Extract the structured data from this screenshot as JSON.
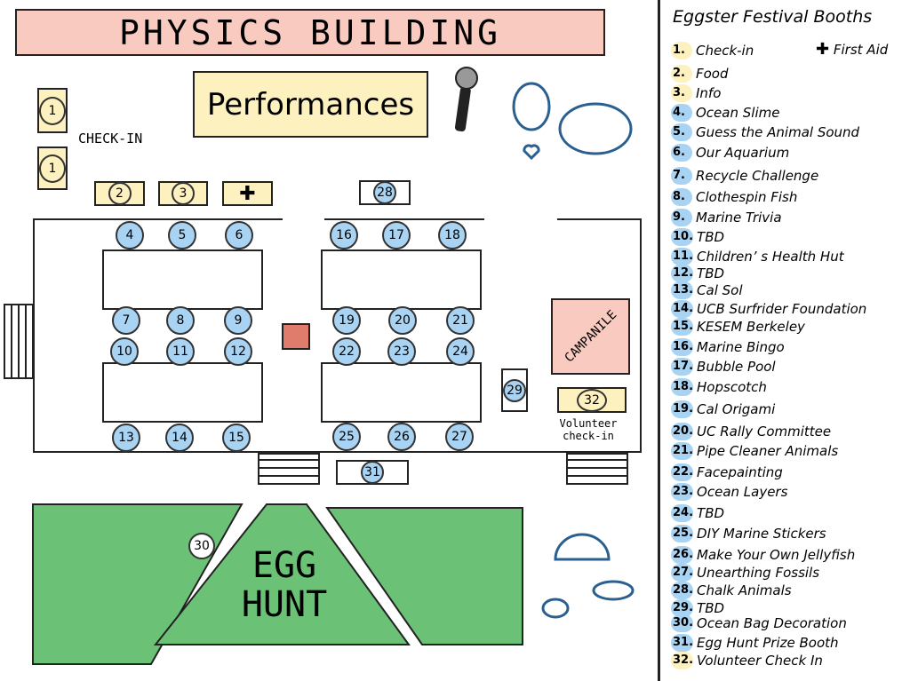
{
  "map": {
    "building_label": "PHYSICS BUILDING",
    "performances_label": "Performances",
    "checkin_label": "CHECK-IN",
    "campanile_label": "CAMPANILE",
    "volunteer_label": "Volunteer check-in",
    "egg_hunt_label": "EGG HUNT",
    "first_aid_symbol": "✚",
    "colors": {
      "info": "#fdf1c0",
      "activity": "#a9d3f2",
      "building": "#f9cbc0",
      "grass": "#6bc175"
    }
  },
  "legend": {
    "title": "Eggster Festival Booths",
    "first_aid": "First Aid",
    "items": [
      {
        "n": "1.",
        "name": "Check-in",
        "group": "info"
      },
      {
        "n": "2.",
        "name": "Food",
        "group": "info"
      },
      {
        "n": "3.",
        "name": "Info",
        "group": "info"
      },
      {
        "n": "4.",
        "name": "Ocean Slime",
        "group": "activity"
      },
      {
        "n": "5.",
        "name": "Guess the Animal Sound",
        "group": "activity"
      },
      {
        "n": "6.",
        "name": "Our Aquarium",
        "group": "activity"
      },
      {
        "n": "7.",
        "name": "Recycle Challenge",
        "group": "activity"
      },
      {
        "n": "8.",
        "name": "Clothespin Fish",
        "group": "activity"
      },
      {
        "n": "9.",
        "name": "Marine Trivia",
        "group": "activity"
      },
      {
        "n": "10.",
        "name": "TBD",
        "group": "activity"
      },
      {
        "n": "11.",
        "name": "Children’ s Health Hut",
        "group": "activity"
      },
      {
        "n": "12.",
        "name": "TBD",
        "group": "activity"
      },
      {
        "n": "13.",
        "name": "Cal Sol",
        "group": "activity"
      },
      {
        "n": "14.",
        "name": "UCB Surfrider Foundation",
        "group": "activity"
      },
      {
        "n": "15.",
        "name": "KESEM Berkeley",
        "group": "activity"
      },
      {
        "n": "16.",
        "name": "Marine Bingo",
        "group": "activity"
      },
      {
        "n": "17.",
        "name": "Bubble Pool",
        "group": "activity"
      },
      {
        "n": "18.",
        "name": "Hopscotch",
        "group": "activity"
      },
      {
        "n": "19.",
        "name": "Cal Origami",
        "group": "activity"
      },
      {
        "n": "20.",
        "name": "UC Rally Committee",
        "group": "activity"
      },
      {
        "n": "21.",
        "name": "Pipe Cleaner Animals",
        "group": "activity"
      },
      {
        "n": "22.",
        "name": "Facepainting",
        "group": "activity"
      },
      {
        "n": "23.",
        "name": "Ocean Layers",
        "group": "activity"
      },
      {
        "n": "24.",
        "name": "TBD",
        "group": "activity"
      },
      {
        "n": "25.",
        "name": "DIY Marine Stickers",
        "group": "activity"
      },
      {
        "n": "26.",
        "name": "Make Your Own Jellyfish",
        "group": "activity"
      },
      {
        "n": "27.",
        "name": "Unearthing Fossils",
        "group": "activity"
      },
      {
        "n": "28.",
        "name": "Chalk Animals",
        "group": "activity"
      },
      {
        "n": "29.",
        "name": "TBD",
        "group": "activity"
      },
      {
        "n": "30.",
        "name": "Ocean Bag Decoration",
        "group": "activity"
      },
      {
        "n": "31.",
        "name": "Egg Hunt Prize Booth",
        "group": "activity"
      },
      {
        "n": "32.",
        "name": "Volunteer Check In",
        "group": "info"
      }
    ]
  },
  "booths": [
    "1",
    "2",
    "3",
    "4",
    "5",
    "6",
    "7",
    "8",
    "9",
    "10",
    "11",
    "12",
    "13",
    "14",
    "15",
    "16",
    "17",
    "18",
    "19",
    "20",
    "21",
    "22",
    "23",
    "24",
    "25",
    "26",
    "27",
    "28",
    "29",
    "30",
    "31",
    "32"
  ]
}
